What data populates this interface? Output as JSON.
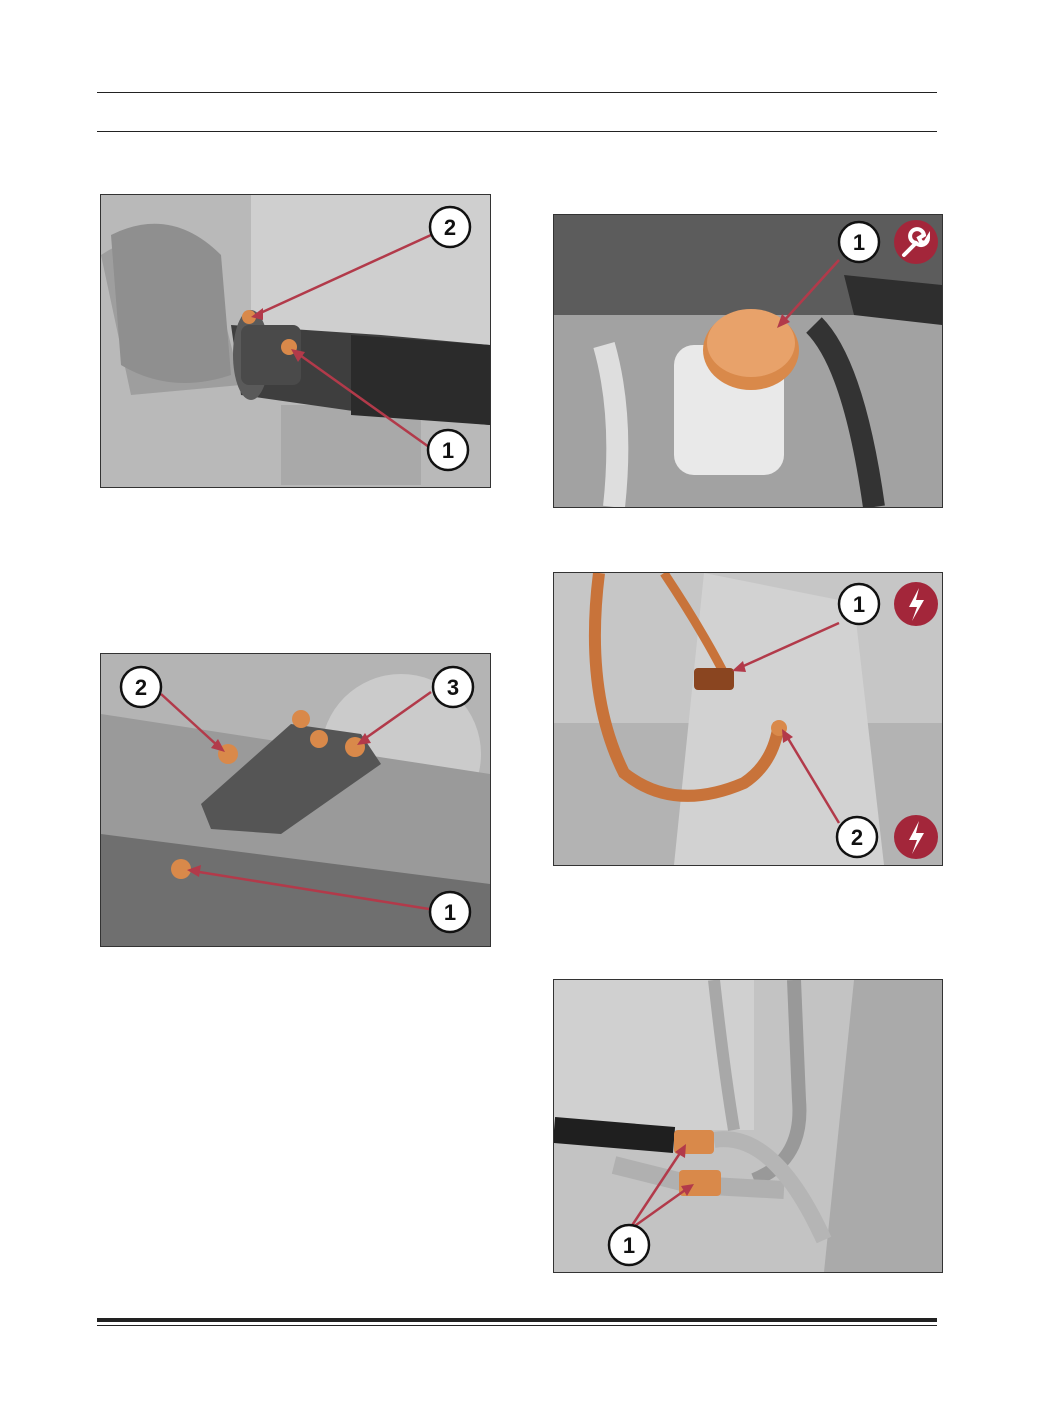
{
  "figures": [
    {
      "id": "fig-a",
      "callouts": [
        "2",
        "1"
      ]
    },
    {
      "id": "fig-b",
      "callouts": [
        "2",
        "3",
        "1"
      ]
    },
    {
      "id": "fig-c",
      "callouts": [
        "1"
      ],
      "badge_icon": "wrench-icon"
    },
    {
      "id": "fig-d",
      "callouts": [
        "1",
        "2"
      ],
      "badge_icon": "lightning-icon"
    },
    {
      "id": "fig-e",
      "callouts": [
        "1"
      ]
    }
  ],
  "colors": {
    "highlight": "#d9894a",
    "badge": "#a3263a",
    "arrow": "#b23a4a"
  }
}
